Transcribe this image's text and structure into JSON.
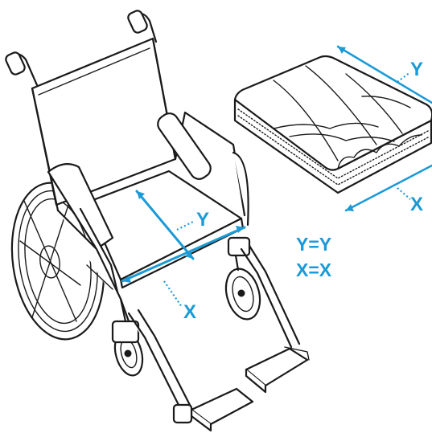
{
  "colors": {
    "accent": "#1a9ad6",
    "line": "#1a1a1a",
    "background": "#ffffff"
  },
  "labels": {
    "seat_depth": "Y",
    "seat_width": "X",
    "cushion_depth": "Y",
    "cushion_width": "X",
    "eq_y": "Y=Y",
    "eq_x": "X=X"
  }
}
